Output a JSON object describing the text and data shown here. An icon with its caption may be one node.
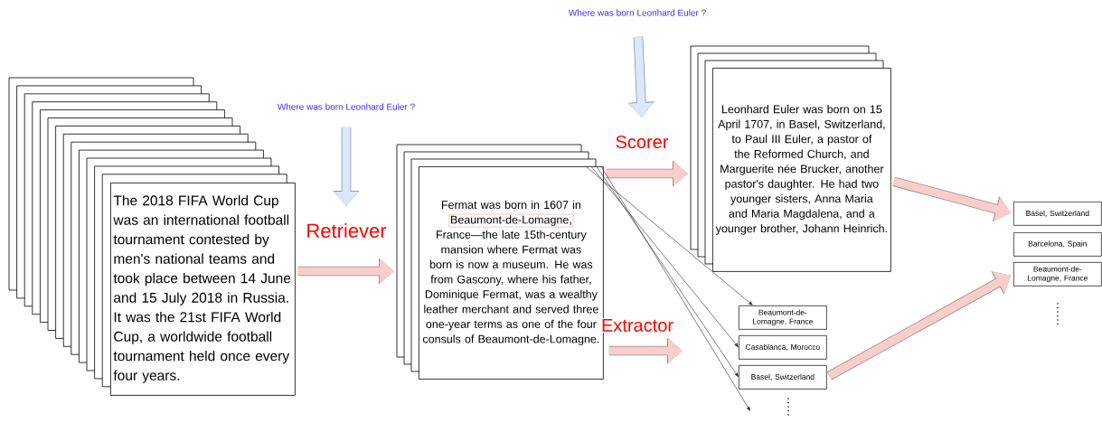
{
  "diagram": {
    "nodes": [
      {
        "text": [
          "Where was born Leonhard Euler ?"
        ]
      },
      {
        "text": [
          "Where was born Leonhard Euler ?"
        ]
      },
      {
        "text": [
          "The 2018 FIFA World Cup was an international football tournament contested by men's national teams and took place between 14 June and 15 July 2018 in Russia. It was the 21st FIFA World Cup, a worldwide football tournament held once every four years."
        ]
      },
      {
        "text": [
          "Fermat was born in 1607 in",
          "Beaumont-de-Lomagne,",
          "France—the late 15th-century mansion where Fermat was born is now a museum. He was from Gascony, where his father, Dominique Fermat, was a wealthy leather merchant and served three one-year terms as one of the four consuls of Beaumont-de-Lomagne."
        ]
      },
      {
        "text": [
          "Leonhard Euler was born on 15 April 1707, in Basel, Switzerland, to Paul III Euler, a pastor of the Reformed Church, and Marguerite née Brucker, another pastor's daughter. He had two younger sisters, Anna Maria and Maria Magdalena, and a younger brother, Johann Heinrich."
        ]
      },
      {
        "text": [
          "Beaumont-de-Lomagne, France"
        ]
      },
      {
        "text": [
          "Casablanca, Morocco"
        ]
      },
      {
        "text": [
          "Basel, Switzerland"
        ]
      },
      {
        "text": [
          "Basel, Switzerland"
        ]
      },
      {
        "text": [
          "Barcelona, Spain"
        ]
      },
      {
        "text": [
          "Beaumont-de-Lomagne, France"
        ]
      }
    ],
    "edges": [
      {
        "from": 1,
        "to": null,
        "arrow": "to",
        "color": "#dae8fc"
      },
      {
        "from": 0,
        "to": null,
        "arrow": "to",
        "color": "#dae8fc"
      },
      {
        "from": 2,
        "to": 3,
        "arrow": "to",
        "label": "Retriever"
      },
      {
        "from": 3,
        "to": 4,
        "arrow": "to",
        "label": "Scorer"
      },
      {
        "from": 3,
        "to": null,
        "arrow": "to",
        "label": "Extractor"
      },
      {
        "from": 4,
        "to": 8,
        "arrow": "to"
      },
      {
        "from": 7,
        "to": 10,
        "arrow": "to"
      },
      {
        "from": 3,
        "to": 5,
        "arrow": "to",
        "color": "#262626"
      },
      {
        "from": 3,
        "to": 6,
        "arrow": "to",
        "color": "#262626"
      },
      {
        "from": 3,
        "to": 7,
        "arrow": "to",
        "color": "#262626"
      },
      {
        "from": 3,
        "to": null,
        "arrow": "to",
        "color": "#262626"
      }
    ]
  }
}
